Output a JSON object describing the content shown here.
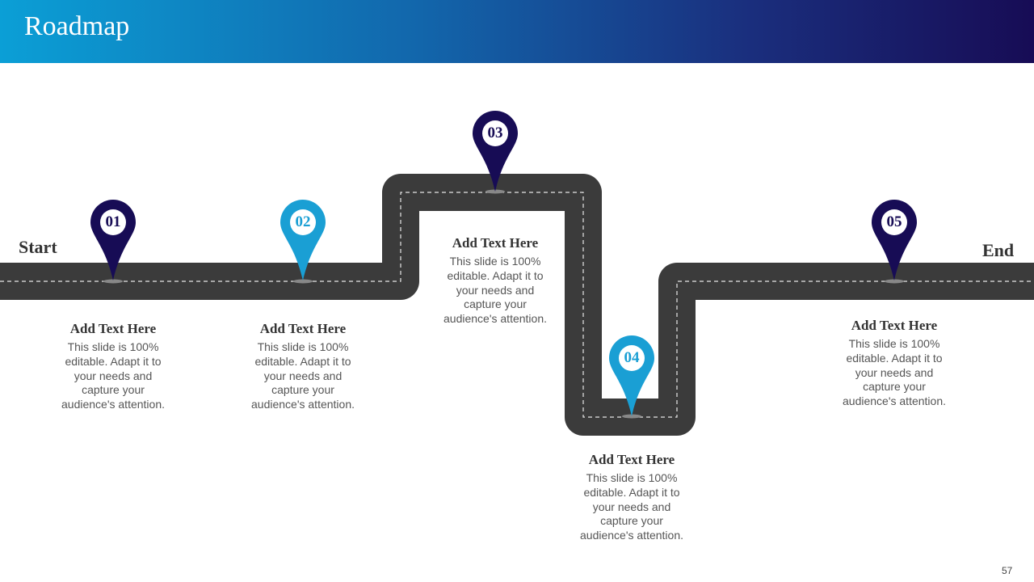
{
  "header": {
    "title": "Roadmap"
  },
  "labels": {
    "start": "Start",
    "end": "End"
  },
  "steps": [
    {
      "number": "01",
      "title": "Add Text Here",
      "body": "This slide is 100% editable. Adapt it to your needs and capture your audience's attention.",
      "pin_color": "#170c55"
    },
    {
      "number": "02",
      "title": "Add Text Here",
      "body": "This slide is 100% editable. Adapt it to your needs and capture your audience's attention.",
      "pin_color": "#1a9fd4"
    },
    {
      "number": "03",
      "title": "Add Text Here",
      "body": "This slide is 100% editable. Adapt it to your needs and capture your audience's attention.",
      "pin_color": "#170c55"
    },
    {
      "number": "04",
      "title": "Add Text Here",
      "body": "This slide is 100% editable. Adapt it to your needs and capture your audience's attention.",
      "pin_color": "#1a9fd4"
    },
    {
      "number": "05",
      "title": "Add Text Here",
      "body": "This slide is 100% editable. Adapt it to your needs and capture your audience's attention.",
      "pin_color": "#170c55"
    }
  ],
  "colors": {
    "road": "#3b3b3b",
    "lane": "#e6e6e6"
  },
  "footer": {
    "page_number": "57"
  }
}
